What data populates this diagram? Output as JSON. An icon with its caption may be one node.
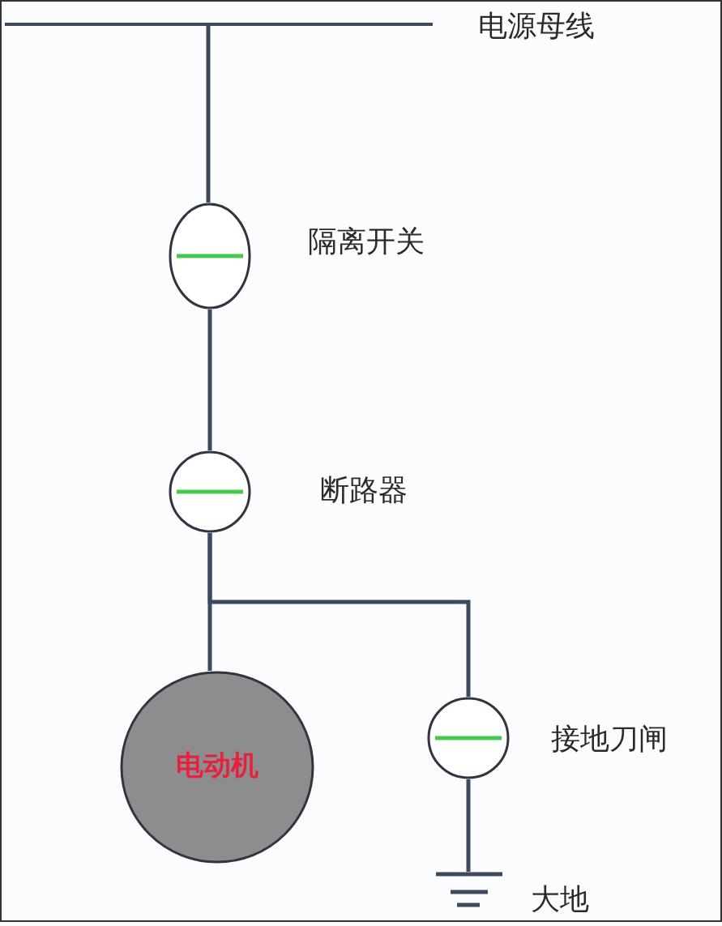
{
  "diagram": {
    "nodes": [
      {
        "text": [],
        "shape": "bar",
        "beside": [
          "电源母线"
        ]
      },
      {
        "text": [],
        "shape": "circle",
        "beside": [
          "隔离开关"
        ]
      },
      {
        "text": [],
        "shape": "circle",
        "beside": [
          "断路器"
        ]
      },
      {
        "text": [
          "电动机"
        ]
      },
      {
        "text": [],
        "shape": "circle",
        "beside": [
          "接地刀闸"
        ]
      },
      {
        "text": [],
        "shape": "ground",
        "beside": [
          "大地"
        ]
      }
    ],
    "edges": [
      {
        "from": 0,
        "to": 1,
        "arrow": "none"
      },
      {
        "from": 1,
        "to": 2,
        "arrow": "none"
      },
      {
        "from": 2,
        "to": 3,
        "arrow": "none"
      },
      {
        "from": 2,
        "to": 4,
        "arrow": "none"
      },
      {
        "from": 4,
        "to": 5,
        "arrow": "none"
      }
    ]
  }
}
